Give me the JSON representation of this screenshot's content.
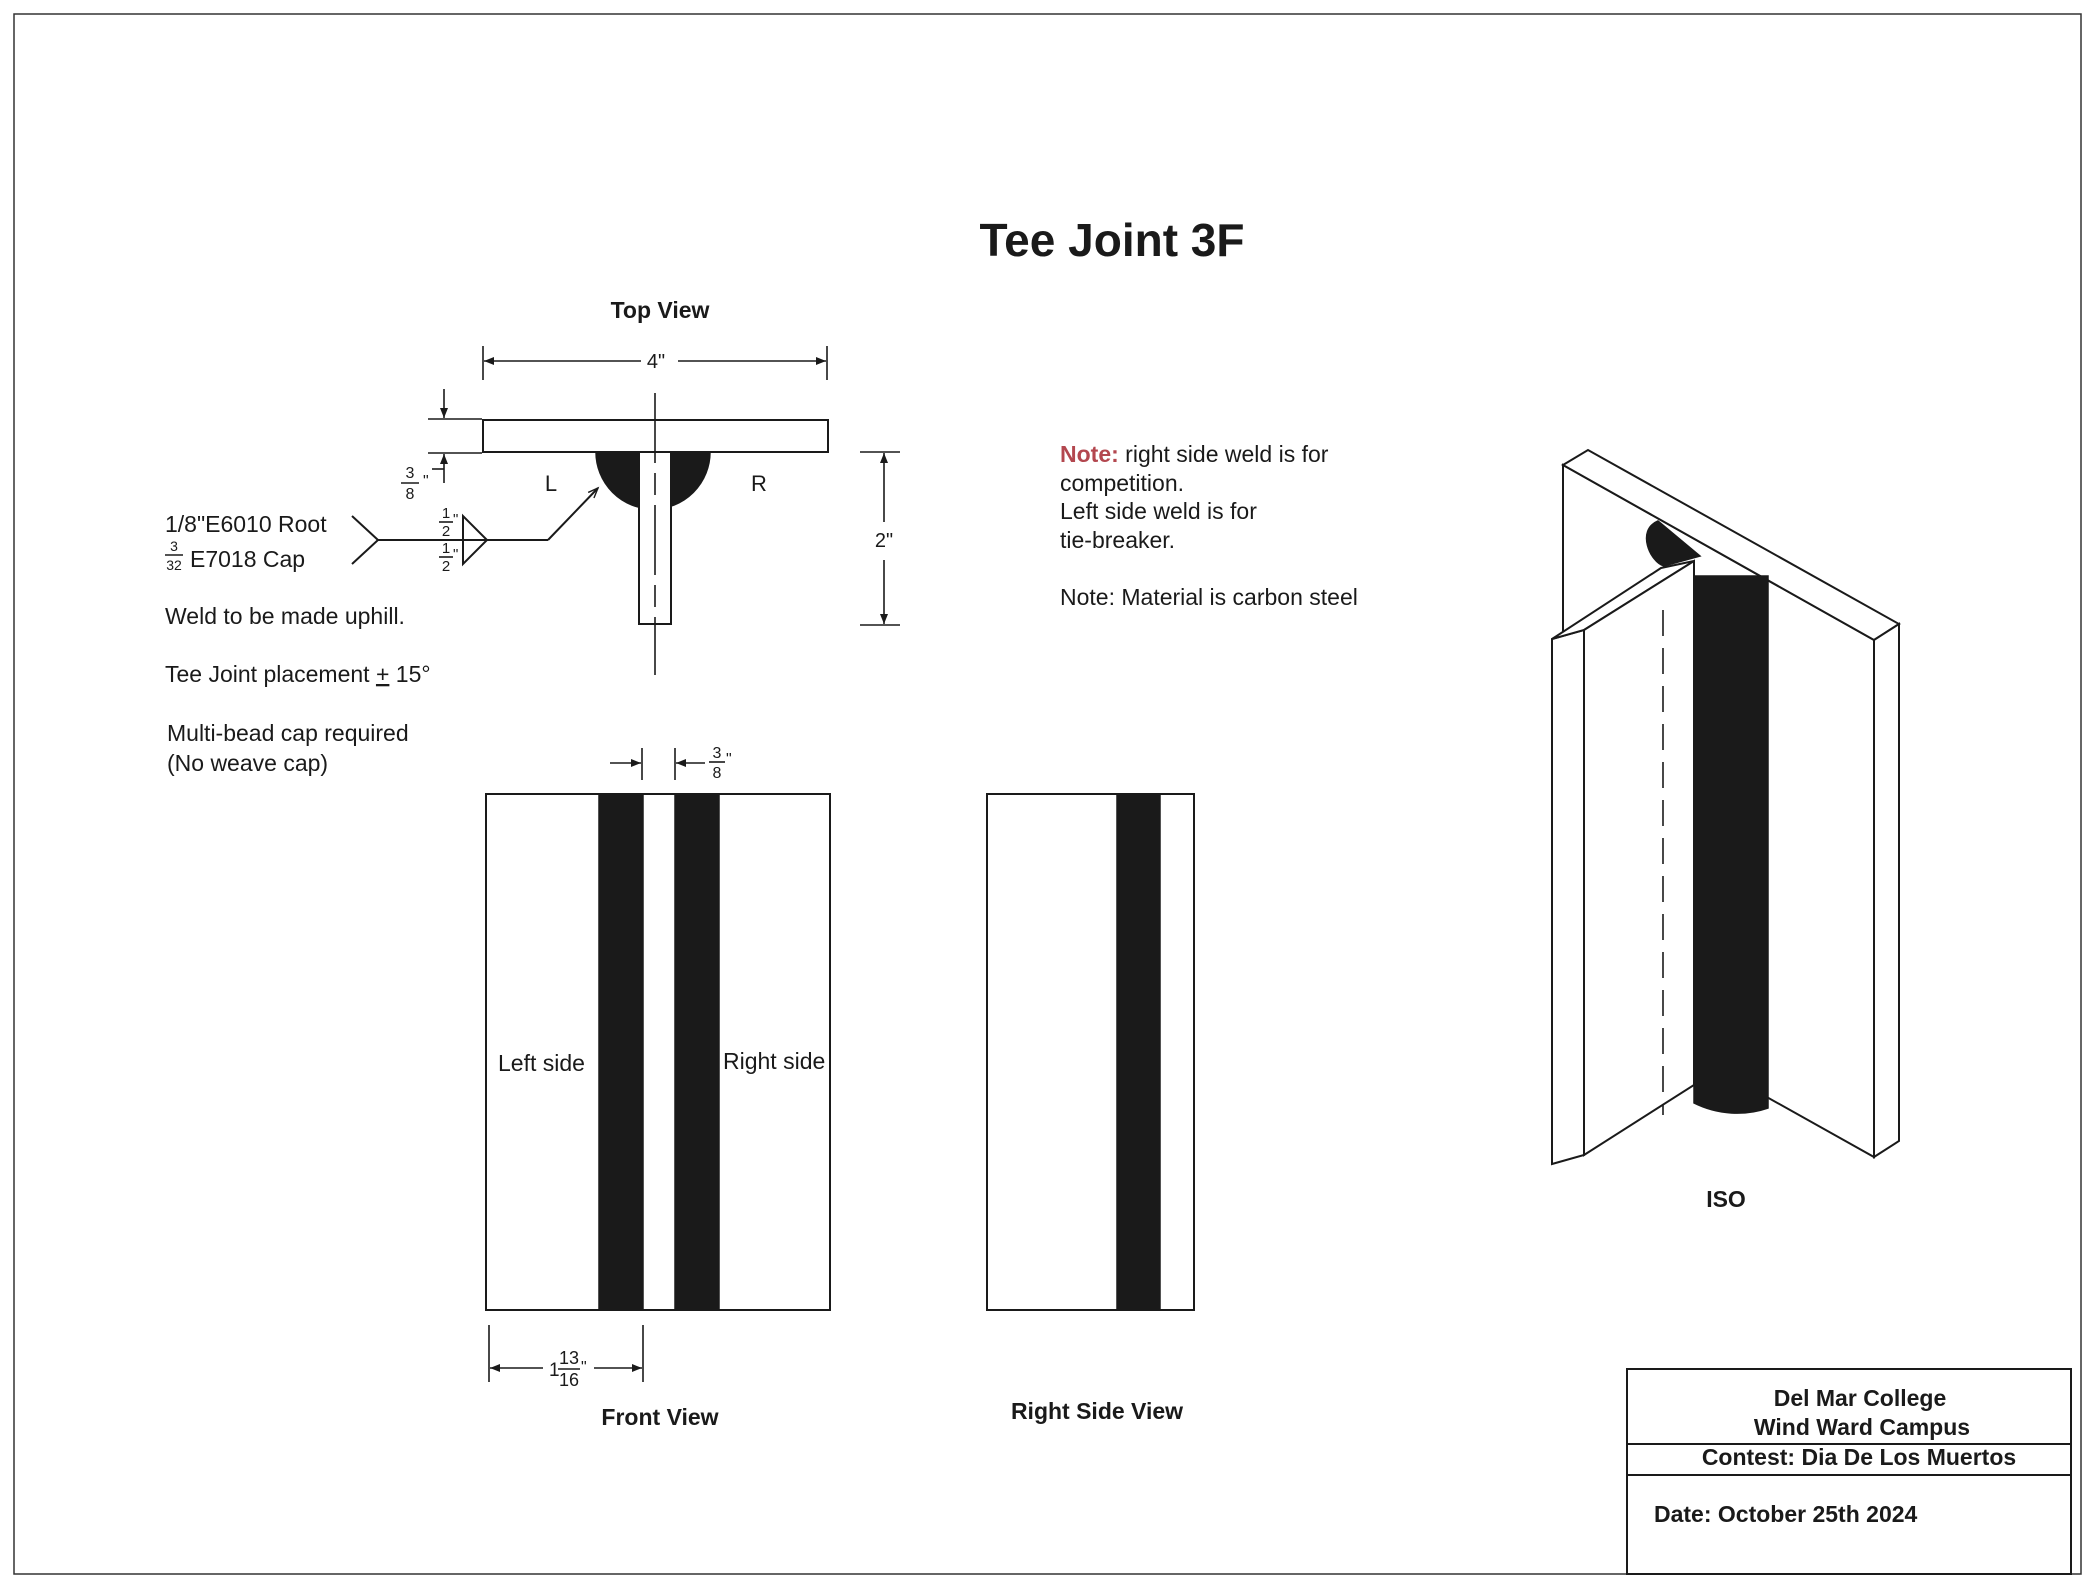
{
  "title": "Tee Joint 3F",
  "views": {
    "top": "Top View",
    "front": "Front View",
    "right_side": "Right Side View",
    "iso": "ISO"
  },
  "top_view": {
    "dim_width": "4\"",
    "dim_height": "2\"",
    "dim_thickness": {
      "num": "3",
      "den": "8",
      "unit": "\""
    },
    "left_label": "L",
    "right_label": "R"
  },
  "weld_symbol": {
    "fillet_size_top": {
      "num": "1",
      "den": "2",
      "unit": "\""
    },
    "fillet_size_bottom": {
      "num": "1",
      "den": "2",
      "unit": "\""
    }
  },
  "specs": {
    "root": "1/8\"E6010 Root",
    "cap_fraction": {
      "num": "3",
      "den": "32"
    },
    "cap": "E7018 Cap",
    "uphill": "Weld to be made uphill.",
    "placement_prefix": "Tee Joint placement ",
    "placement_pm": "+",
    "placement_suffix": " 15°",
    "multibead_1": "Multi-bead cap required",
    "multibead_2": "(No weave cap)"
  },
  "notes": {
    "note_label": "Note:",
    "note_1a": " right side weld is for",
    "note_1b": "competition.",
    "note_1c": "Left side weld is for",
    "note_1d": "tie-breaker.",
    "note_2": "Note: Material is carbon steel",
    "note_label_color": "#b3474f"
  },
  "front_view": {
    "left_side": "Left side",
    "right_side": "Right side",
    "dim_stem": {
      "num": "3",
      "den": "8",
      "unit": "\""
    },
    "dim_offset": {
      "whole": "1",
      "num": "13",
      "den": "16",
      "unit": "\""
    }
  },
  "title_block": {
    "line1": "Del Mar College",
    "line2": "Wind Ward Campus",
    "line3": "Contest:  Dia De Los Muertos",
    "date": "Date: October 25th 2024"
  }
}
